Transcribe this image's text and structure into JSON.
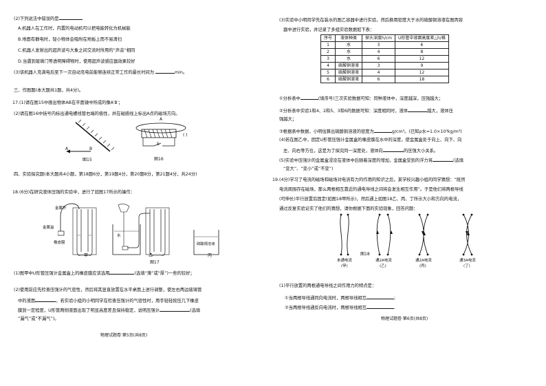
{
  "left": {
    "q2_stem": "(2)下列说法中错误的是",
    "q2_a": "A.机器人在工作时，内置的电动机可以把电能转化为机械能",
    "q2_b": "B.地面有静电时，轻小物体会吸附在地板上而不易清扫",
    "q2_c": "C.机器人发射出的超声波与大象之间交流时所用的“声音”相同",
    "q2_d": "D.当遇到玻璃门等透明障碍物时，使用超声波感应器效果较好",
    "q3": "(3)该机器人充满电后至下一次自动充电前能够连续正常工作的最长时间为",
    "q3_unit": "min。",
    "sec3": "三、作图题(本大题共1题，共4分)。",
    "q17_1": "17.(1)请在图15中画出物体AB在平面镜中所成的像A′B′；",
    "q17_2": "(2)请在图16中括号内标出通电螺线管右端的极性，并在磁感线上标出A点的磁场方向。",
    "fig15": {
      "label_a": "A",
      "label_b": "B",
      "caption": "图15"
    },
    "fig16": {
      "label_a": "A",
      "label_s": "S",
      "paren": "(    )",
      "caption": "图16"
    },
    "sec4": "四、实验探究题(本大题共4小题，第18题6分，第19题4分，第20题8分，第21题4分，共24分)",
    "q18": "18.(6分)在研究液体压强的实验中，进行了如图17所示的操作：",
    "fig17": {
      "label_box": "金属盒",
      "label_rubber": "橡皮膜",
      "label_u": "金属杆",
      "label_water": "水",
      "label_copper": "硫酸铜溶液",
      "jia": "甲",
      "yi": "乙",
      "bing": "丙",
      "caption": "图17"
    },
    "q18_1": "(1)图甲中U形管压强计金属盒上的橡皮膜应该选用",
    "q18_1_tail": "(选填“薄”或“厚”)一些的较好；",
    "q18_2a": "(2)使用前应先检查压强计的气密性，然后将其竖直放置在水平桌面上进行调整，使左右两边玻璃管",
    "q18_2b": "中的液面",
    "q18_2b_tail": "。若实验小组的小明同学在检查压强计的气密性时，用手轻轻按压几下橡皮",
    "q18_2c": "膜到一定程度，U形管两侧液面出现了明显高度差且保持稳定，说明压强计",
    "q18_2c_tail": "(选填",
    "q18_2d": "“漏气”或“不漏气”)。",
    "footer": "物理试题卷·第5页(共8页)"
  },
  "right": {
    "q3a": "(3)实验中小明同学先在装水的图乙容器中进行实验，然后换用密度大于水的硫酸铜溶液在图丙容",
    "q3b": "器中进行实验，并记录了多组实验数据如下表：",
    "table": {
      "headers": [
        "序号",
        "液体种类",
        "探头深度h/cm",
        "U形管中液面高度差△h/格"
      ],
      "rows": [
        [
          "1",
          "水",
          "3",
          "6"
        ],
        [
          "2",
          "水",
          "4",
          "8"
        ],
        [
          "3",
          "水",
          "6",
          "12"
        ],
        [
          "4",
          "硫酸铜溶液",
          "3",
          "9"
        ],
        [
          "5",
          "硫酸铜溶液",
          "4",
          "12"
        ],
        [
          "6",
          "硫酸铜溶液",
          "6",
          "18"
        ]
      ]
    },
    "a1": "①分析表中",
    "a1_tail": "(填序号)三次实验数据可知：同种液体中，深度越深，压强越大；",
    "a2": "②分析表中实验1和4、2和5、3和6的数据可知：深度相同时，液体",
    "a2_tail": "越大，液体压",
    "a2c": "强越大；",
    "a3": "③根据表中数据，小明估算出硫酸铜溶液的密度为",
    "a3_tail": "g/cm³。(已知ρ水=1.0×10³kg/m³)",
    "a4a": "(4)若在图乙中，固定U形管压强计金属盒的橡皮膜在水中的深度，使金属盒处于向上、向下、向",
    "a4b": "左、向右等方位，这是为了探究同一深度处，液体向",
    "a4b_tail": "的压强大小关系。",
    "a5a": "(5)实验中压强计的金属盒浸没在液体中后随着深度的增加，金属盒受到的浮力将",
    "a5a_tail": "(选填",
    "a5b": "“变大”、“变小”或“不变”)",
    "q19a": "19.(4分)学习了电流的磁场和磁场对电流有力的作用的知识之后，某学校兴趣小组的同学猜想：“既然",
    "q19b": "电流周围存在磁场，那么两根相互靠近的通电导线之间将会发生相互作用”。于是他们将两根导线",
    "q19c": "(可伸长)平行放置后固定(如图18甲所示)，然后通上如图18乙、丙、丁所示大小和方向的电流，",
    "q19d": "通过反复实验证实了他们的猜想，请你根据下面的实验现象，回答问题：",
    "fig18": {
      "jia1": "未通电流",
      "jia2": "(甲)",
      "yi1": "通2A电流",
      "yi2": "(乙)",
      "bing1": "通2A电流",
      "bing2": "(丙)",
      "ding1": "通3A电流",
      "ding2": "(丁)",
      "caption": "图18"
    },
    "q19_1": "(1)平行放置的两根通电导线之间作用力的特点是：",
    "q19_1a": "①当两根导线通同向电流时，两根导线相互",
    "q19_1b": "②当两根导线通反向电流时，两根导线相互",
    "footer": "物理试题卷·第6页(共8页)"
  }
}
